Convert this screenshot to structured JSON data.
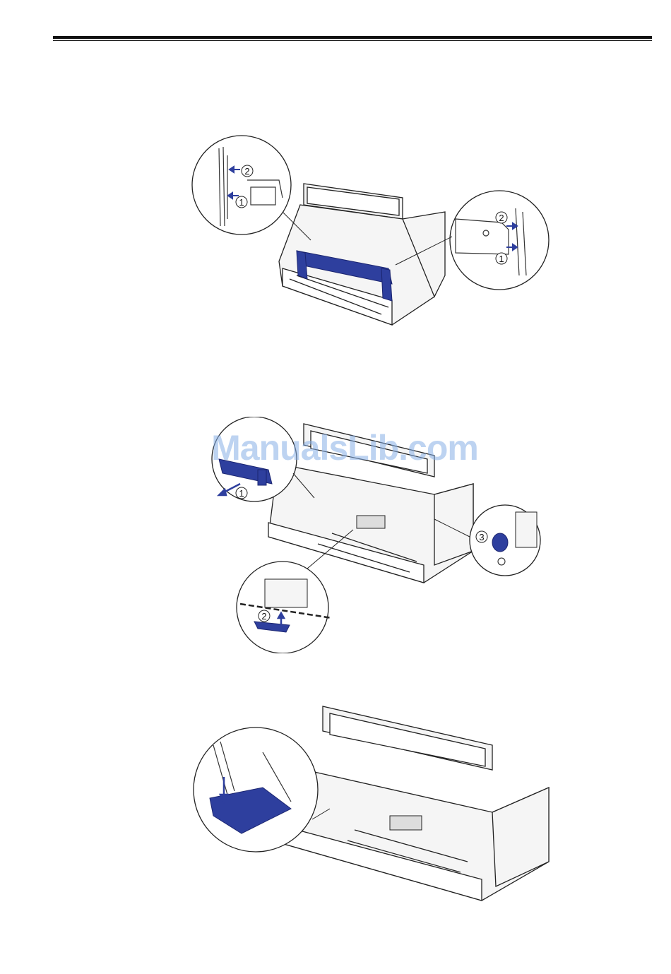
{
  "watermark": {
    "text": "ManualsLib.com"
  },
  "figures": [
    {
      "name": "ribbon-guide-removal",
      "callouts": {
        "left_1": "1",
        "left_2": "2",
        "right_1": "1",
        "right_2": "2"
      }
    },
    {
      "name": "carriage-lock-release",
      "callouts": {
        "step_1": "1",
        "step_2": "2",
        "step_3": "3"
      }
    },
    {
      "name": "lever-press-down",
      "callouts": {}
    }
  ],
  "colors": {
    "accent": "#2e3f9e",
    "line": "#222222",
    "body": "#f4f4f4"
  }
}
